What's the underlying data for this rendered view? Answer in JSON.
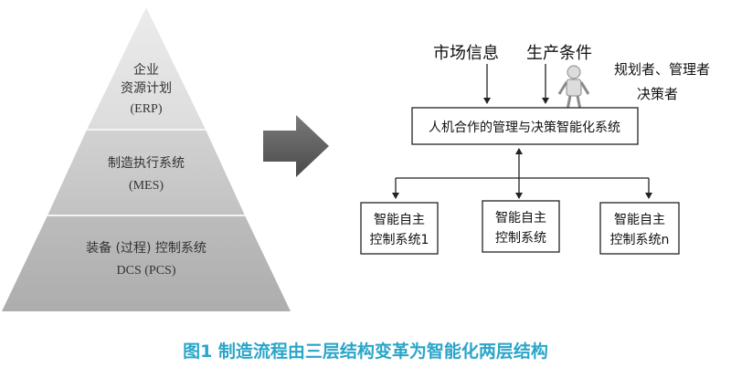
{
  "pyramid": {
    "top": {
      "line1": "企业",
      "line2": "资源计划",
      "line3": "(ERP)"
    },
    "middle": {
      "line1": "制造执行系统",
      "line2": "(MES)"
    },
    "bottom": {
      "line1": "装备 (过程) 控制系统",
      "line2": "DCS (PCS)"
    }
  },
  "inputs": {
    "market": "市场信息",
    "production": "生产条件"
  },
  "roles": {
    "line1": "规划者、管理者",
    "line2": "决策者"
  },
  "main_system": "人机合作的管理与决策智能化系统",
  "subsystems": [
    {
      "line1": "智能自主",
      "line2": "控制系统1"
    },
    {
      "line1": "智能自主",
      "line2": "控制系统"
    },
    {
      "line1": "智能自主",
      "line2": "控制系统n"
    }
  ],
  "caption": "图1 制造流程由三层结构变革为智能化两层结构",
  "colors": {
    "pyramid_top": "#e6e6e6",
    "pyramid_middle": "#c9c9c9",
    "pyramid_bottom": "#b5b5b5",
    "arrow": "#5a5a5a",
    "caption": "#2aa5c9"
  }
}
